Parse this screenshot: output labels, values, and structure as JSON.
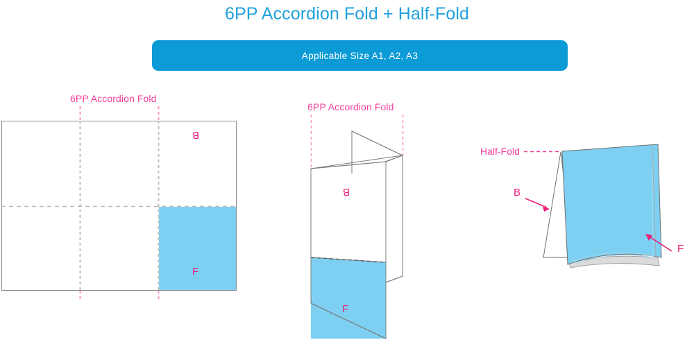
{
  "header": {
    "title": "6PP Accordion Fold + Half-Fold",
    "title_color": "#1FA0DB"
  },
  "banner": {
    "label": "Applicable Size A1, A2, A3",
    "background_color": "#0C9BD7",
    "text_color": "#FFFFFF"
  },
  "colors": {
    "accent_blue": "#1FA0DB",
    "banner_blue": "#0C9BD7",
    "panel_cyan": "#7DD0F2",
    "fold_pink": "#F4409A",
    "label_pink": "#ED1E79",
    "outline_gray": "#8A8A8A",
    "dash_gray": "#B8B8B8",
    "shadow_gray": "#D6D6D6"
  },
  "diagrams": [
    {
      "name": "flat-sheet",
      "caption": "6PP Accordion Fold",
      "labels": {
        "back_panel": "B",
        "front_panel": "F"
      },
      "panels": 6,
      "fold_lines_vertical": 2,
      "fold_lines_horizontal": 1,
      "highlight_panel": "F"
    },
    {
      "name": "accordion-folded",
      "caption": "6PP Accordion Fold",
      "labels": {
        "back_panel": "B",
        "front_panel": "F"
      },
      "highlight_panel": "F"
    },
    {
      "name": "half-folded-tent",
      "caption": "Half-Fold",
      "labels": {
        "back_panel": "B",
        "front_panel": "F"
      },
      "highlight_panel": "F"
    }
  ]
}
